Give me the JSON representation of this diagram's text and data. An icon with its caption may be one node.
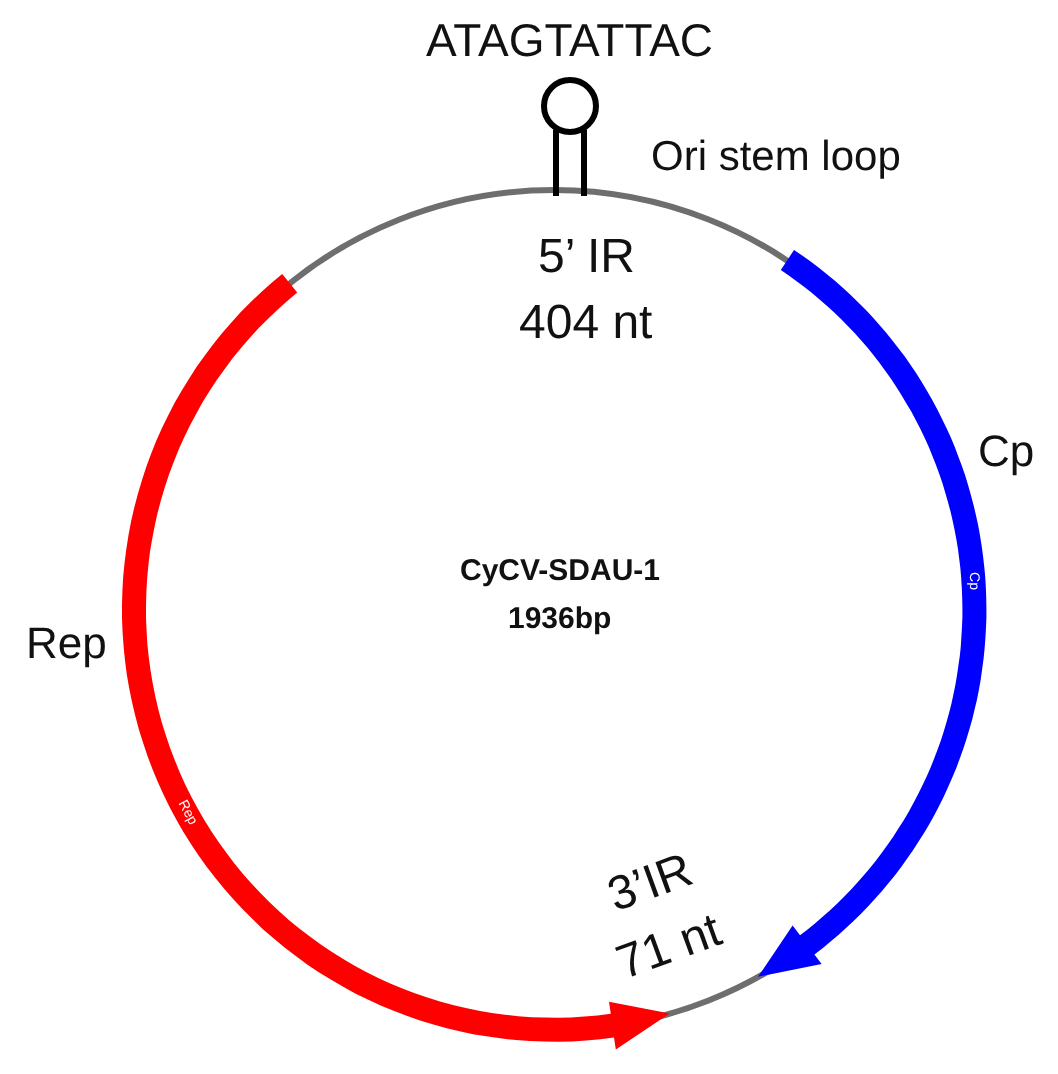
{
  "diagram": {
    "nodes": [
      {
        "text": [
          "ATAGTATTAC"
        ],
        "beside": [
          "Ori stem loop"
        ]
      },
      {
        "text": [
          "Cp"
        ],
        "beside": [
          "Cp"
        ]
      },
      {
        "text": [
          "Rep"
        ],
        "beside": [
          "Rep"
        ]
      }
    ],
    "labels": [
      "5’ IR",
      "404 nt",
      "CyCV-SDAU-1",
      "1936bp",
      "3’IR",
      "71 nt"
    ]
  }
}
